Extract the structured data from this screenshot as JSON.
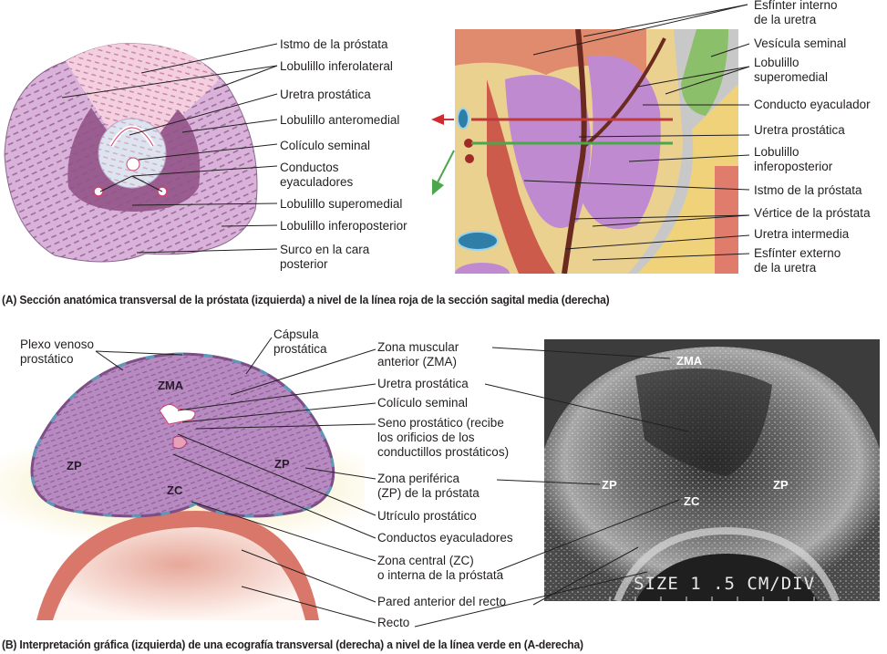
{
  "panelA": {
    "caption": "(A) Sección anatómica transversal de la próstata (izquierda) a nivel de la línea roja de la sección sagital media (derecha)",
    "left_labels": [
      "Istmo de la próstata",
      "Lobulillo inferolateral",
      "Uretra prostática",
      "Lobulillo anteromedial",
      "Colículo seminal",
      "Conductos\neyaculadores",
      "Lobulillo superomedial",
      "Lobulillo inferoposterior",
      "Surco en la cara\nposterior"
    ],
    "right_labels": [
      "Esfínter interno\nde la uretra",
      "Vesícula seminal",
      "Lobulillo\nsuperomedial",
      "Conducto eyaculador",
      "Uretra prostática",
      "Lobulillo\ninferoposterior",
      "Istmo de la próstata",
      "Vértice de la próstata",
      "Uretra intermedia",
      "Esfínter externo\nde la uretra"
    ],
    "level_lines": {
      "red": "#c0393b",
      "green": "#4aa84a"
    }
  },
  "panelB": {
    "caption": "(B) Interpretación gráfica (izquierda) de una ecografía transversal (derecha) a nivel de la línea verde en (A-derecha)",
    "top_left_labels": [
      "Plexo venoso\nprostático",
      "Cápsula\nprostática"
    ],
    "middle_labels": [
      "Zona muscular\nanterior (ZMA)",
      "Uretra prostática",
      "Colículo seminal",
      "Seno prostático (recibe\nlos orificios de los\nconductillos prostáticos)",
      "Zona periférica\n(ZP) de la próstata",
      "Utrículo prostático",
      "Conductos eyaculadores",
      "Zona central (ZC)\no interna de la próstata",
      "Pared anterior del recto",
      "Recto"
    ],
    "drawing_zone_labels": {
      "zma": "ZMA",
      "zp_left": "ZP",
      "zp_right": "ZP",
      "zc": "ZC"
    },
    "ultrasound": {
      "zma": "ZMA",
      "zp_left": "ZP",
      "zp_right": "ZP",
      "zc": "ZC",
      "scale_text": "SIZE 1 .5 CM/DIV"
    }
  }
}
